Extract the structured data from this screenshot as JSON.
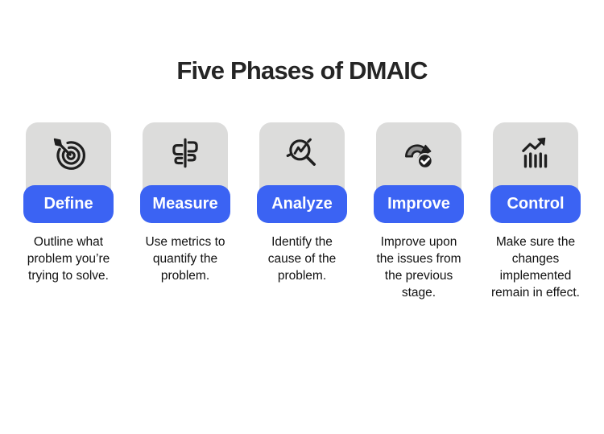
{
  "title": "Five Phases of DMAIC",
  "colors": {
    "accent_blue": "#3B63F3",
    "card_gray": "#DCDCDB",
    "icon_ink": "#1F1F1F",
    "gauge_gray": "#8F8F8F",
    "title_text": "#252525",
    "body_text": "#111111"
  },
  "phases": [
    {
      "label": "Define",
      "icon": "target-dartboard-icon",
      "description": "Outline what\nproblem you’re\ntrying to solve."
    },
    {
      "label": "Measure",
      "icon": "calipers-measure-icon",
      "description": "Use metrics to\nquantify the\nproblem."
    },
    {
      "label": "Analyze",
      "icon": "magnifier-chart-icon",
      "description": "Identify the\ncause of the\nproblem."
    },
    {
      "label": "Improve",
      "icon": "gauge-checkmark-icon",
      "description": "Improve upon\nthe issues from\nthe previous\nstage."
    },
    {
      "label": "Control",
      "icon": "bar-chart-arrow-icon",
      "description": "Make sure the\nchanges\nimplemented\nremain in effect."
    }
  ]
}
